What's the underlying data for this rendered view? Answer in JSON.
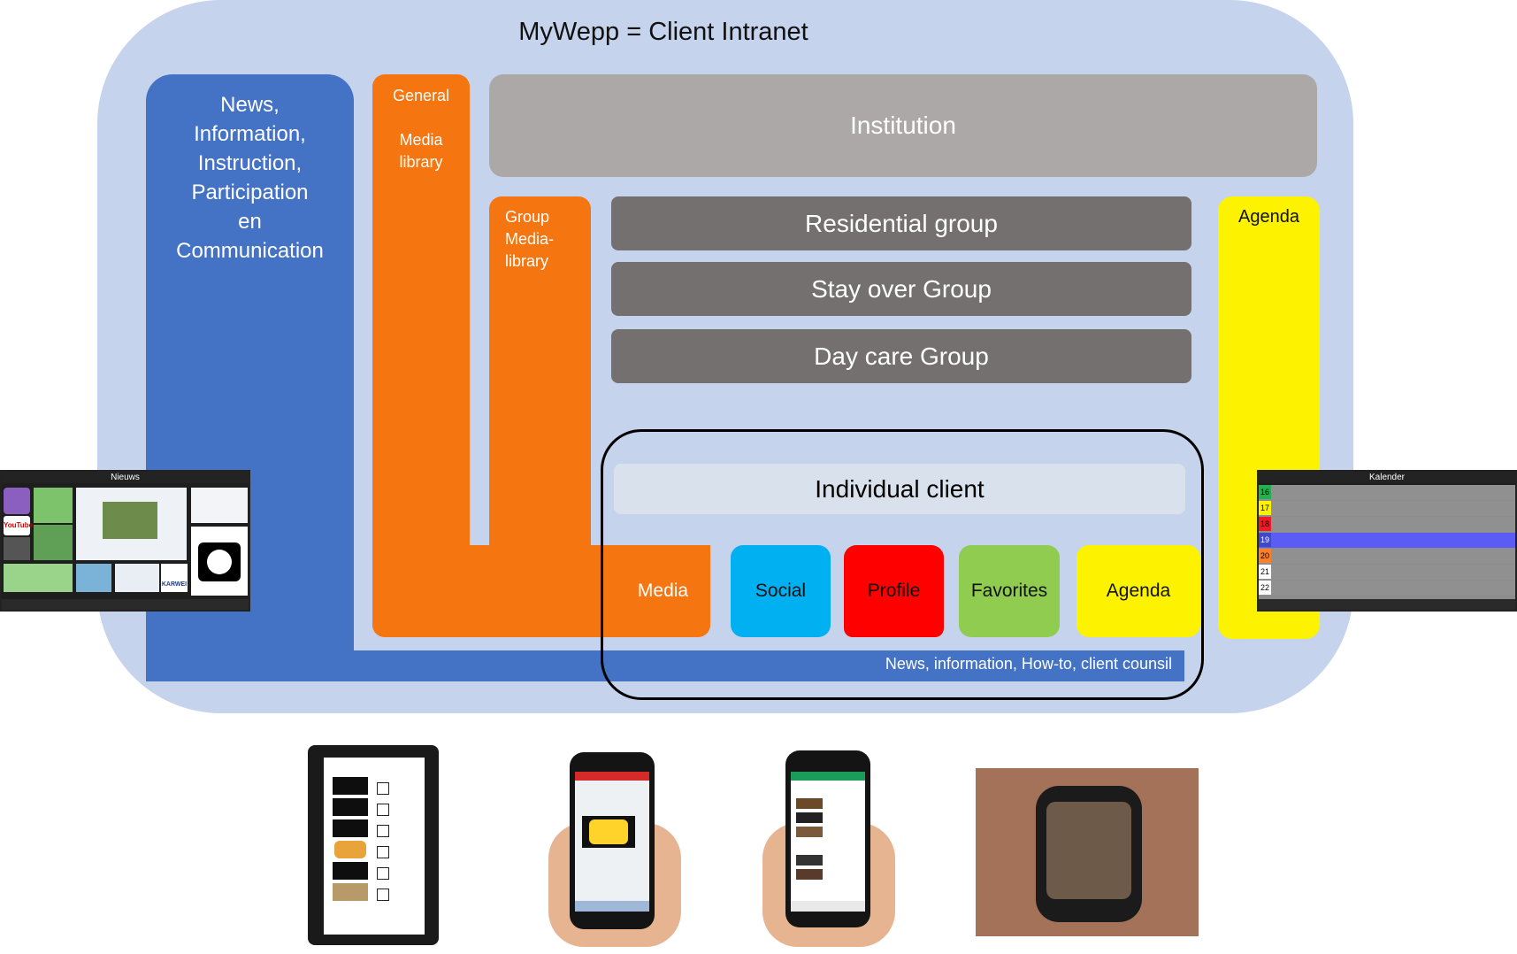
{
  "title": "MyWepp = Client Intranet",
  "news_column": {
    "lines": [
      "News,",
      "Information,",
      "Instruction,",
      "Participation",
      "en",
      "Communication"
    ]
  },
  "general_media": {
    "lines": [
      "General",
      "",
      "Media",
      "library"
    ]
  },
  "group_media": {
    "lines": [
      "Group",
      "Media-",
      "library"
    ]
  },
  "institution": "Institution",
  "groups": [
    "Residential group",
    "Stay over Group",
    "Day care Group"
  ],
  "agenda_column": "Agenda",
  "individual_client": "Individual client",
  "tiles": [
    "Media",
    "Social",
    "Profile",
    "Favorites",
    "Agenda"
  ],
  "news_bar": "News, information, How-to, client counsil",
  "colors": {
    "background_bubble": "#c5d3ec",
    "news_blue": "#4472c4",
    "media_orange": "#f57510",
    "institution_grey": "#aba8a7",
    "group_grey": "#757070",
    "agenda_yellow": "#fdf200",
    "social_blue": "#00b0f0",
    "profile_red": "#ff0000",
    "favorites_green": "#8fcc4f"
  },
  "screens": {
    "news_screen_header": "Nieuws",
    "news_screen_youtube": "YouTube",
    "news_screen_karwei": "KARWEI",
    "calendar_screen_header": "Kalender",
    "calendar_days": [
      "16",
      "17",
      "18",
      "19",
      "20",
      "21",
      "22"
    ]
  }
}
